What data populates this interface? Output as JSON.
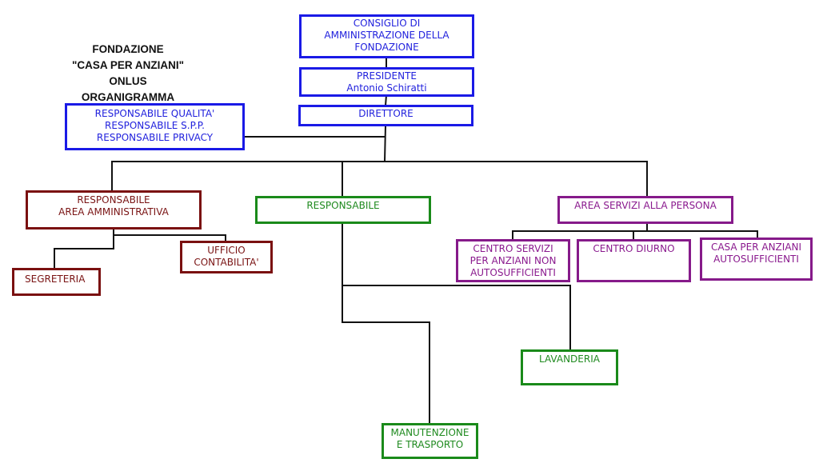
{
  "title": {
    "lines": [
      "FONDAZIONE",
      "\"CASA PER ANZIANI\"",
      "ONLUS",
      "ORGANIGRAMMA"
    ]
  },
  "nodes": {
    "consiglio": {
      "lines": [
        "CONSIGLIO DI",
        "AMMINISTRAZIONE DELLA",
        "FONDAZIONE"
      ],
      "color": "#1a1ae6"
    },
    "presidente": {
      "lines": [
        "PRESIDENTE",
        "Antonio Schiratti"
      ],
      "color": "#1a1ae6"
    },
    "direttore": {
      "lines": [
        "DIRETTORE"
      ],
      "color": "#1a1ae6"
    },
    "staff": {
      "lines": [
        "RESPONSABILE QUALITA'",
        "RESPONSABILE S.P.P.",
        "RESPONSABILE PRIVACY"
      ],
      "color": "#1a1ae6"
    },
    "amministrativa": {
      "lines": [
        "RESPONSABILE",
        "AREA AMMINISTRATIVA"
      ],
      "color": "#7a1010"
    },
    "segreteria": {
      "lines": [
        "SEGRETERIA"
      ],
      "color": "#7a1010"
    },
    "contabilita": {
      "lines": [
        "UFFICIO",
        "CONTABILITA'"
      ],
      "color": "#7a1010"
    },
    "responsabile": {
      "lines": [
        "RESPONSABILE"
      ],
      "color": "#1a8a1a"
    },
    "lavanderia": {
      "lines": [
        "LAVANDERIA"
      ],
      "color": "#1a8a1a"
    },
    "manutenzione": {
      "lines": [
        "MANUTENZIONE",
        "E TRASPORTO"
      ],
      "color": "#1a8a1a"
    },
    "servizi_persona": {
      "lines": [
        "AREA SERVIZI ALLA PERSONA"
      ],
      "color": "#861a8a"
    },
    "centro_servizi": {
      "lines": [
        "CENTRO SERVIZI",
        "PER ANZIANI NON",
        "AUTOSUFFICIENTI"
      ],
      "color": "#861a8a"
    },
    "centro_diurno": {
      "lines": [
        "CENTRO DIURNO"
      ],
      "color": "#861a8a"
    },
    "casa_auto": {
      "lines": [
        "CASA PER ANZIANI",
        "AUTOSUFFICIENTI"
      ],
      "color": "#861a8a"
    }
  }
}
